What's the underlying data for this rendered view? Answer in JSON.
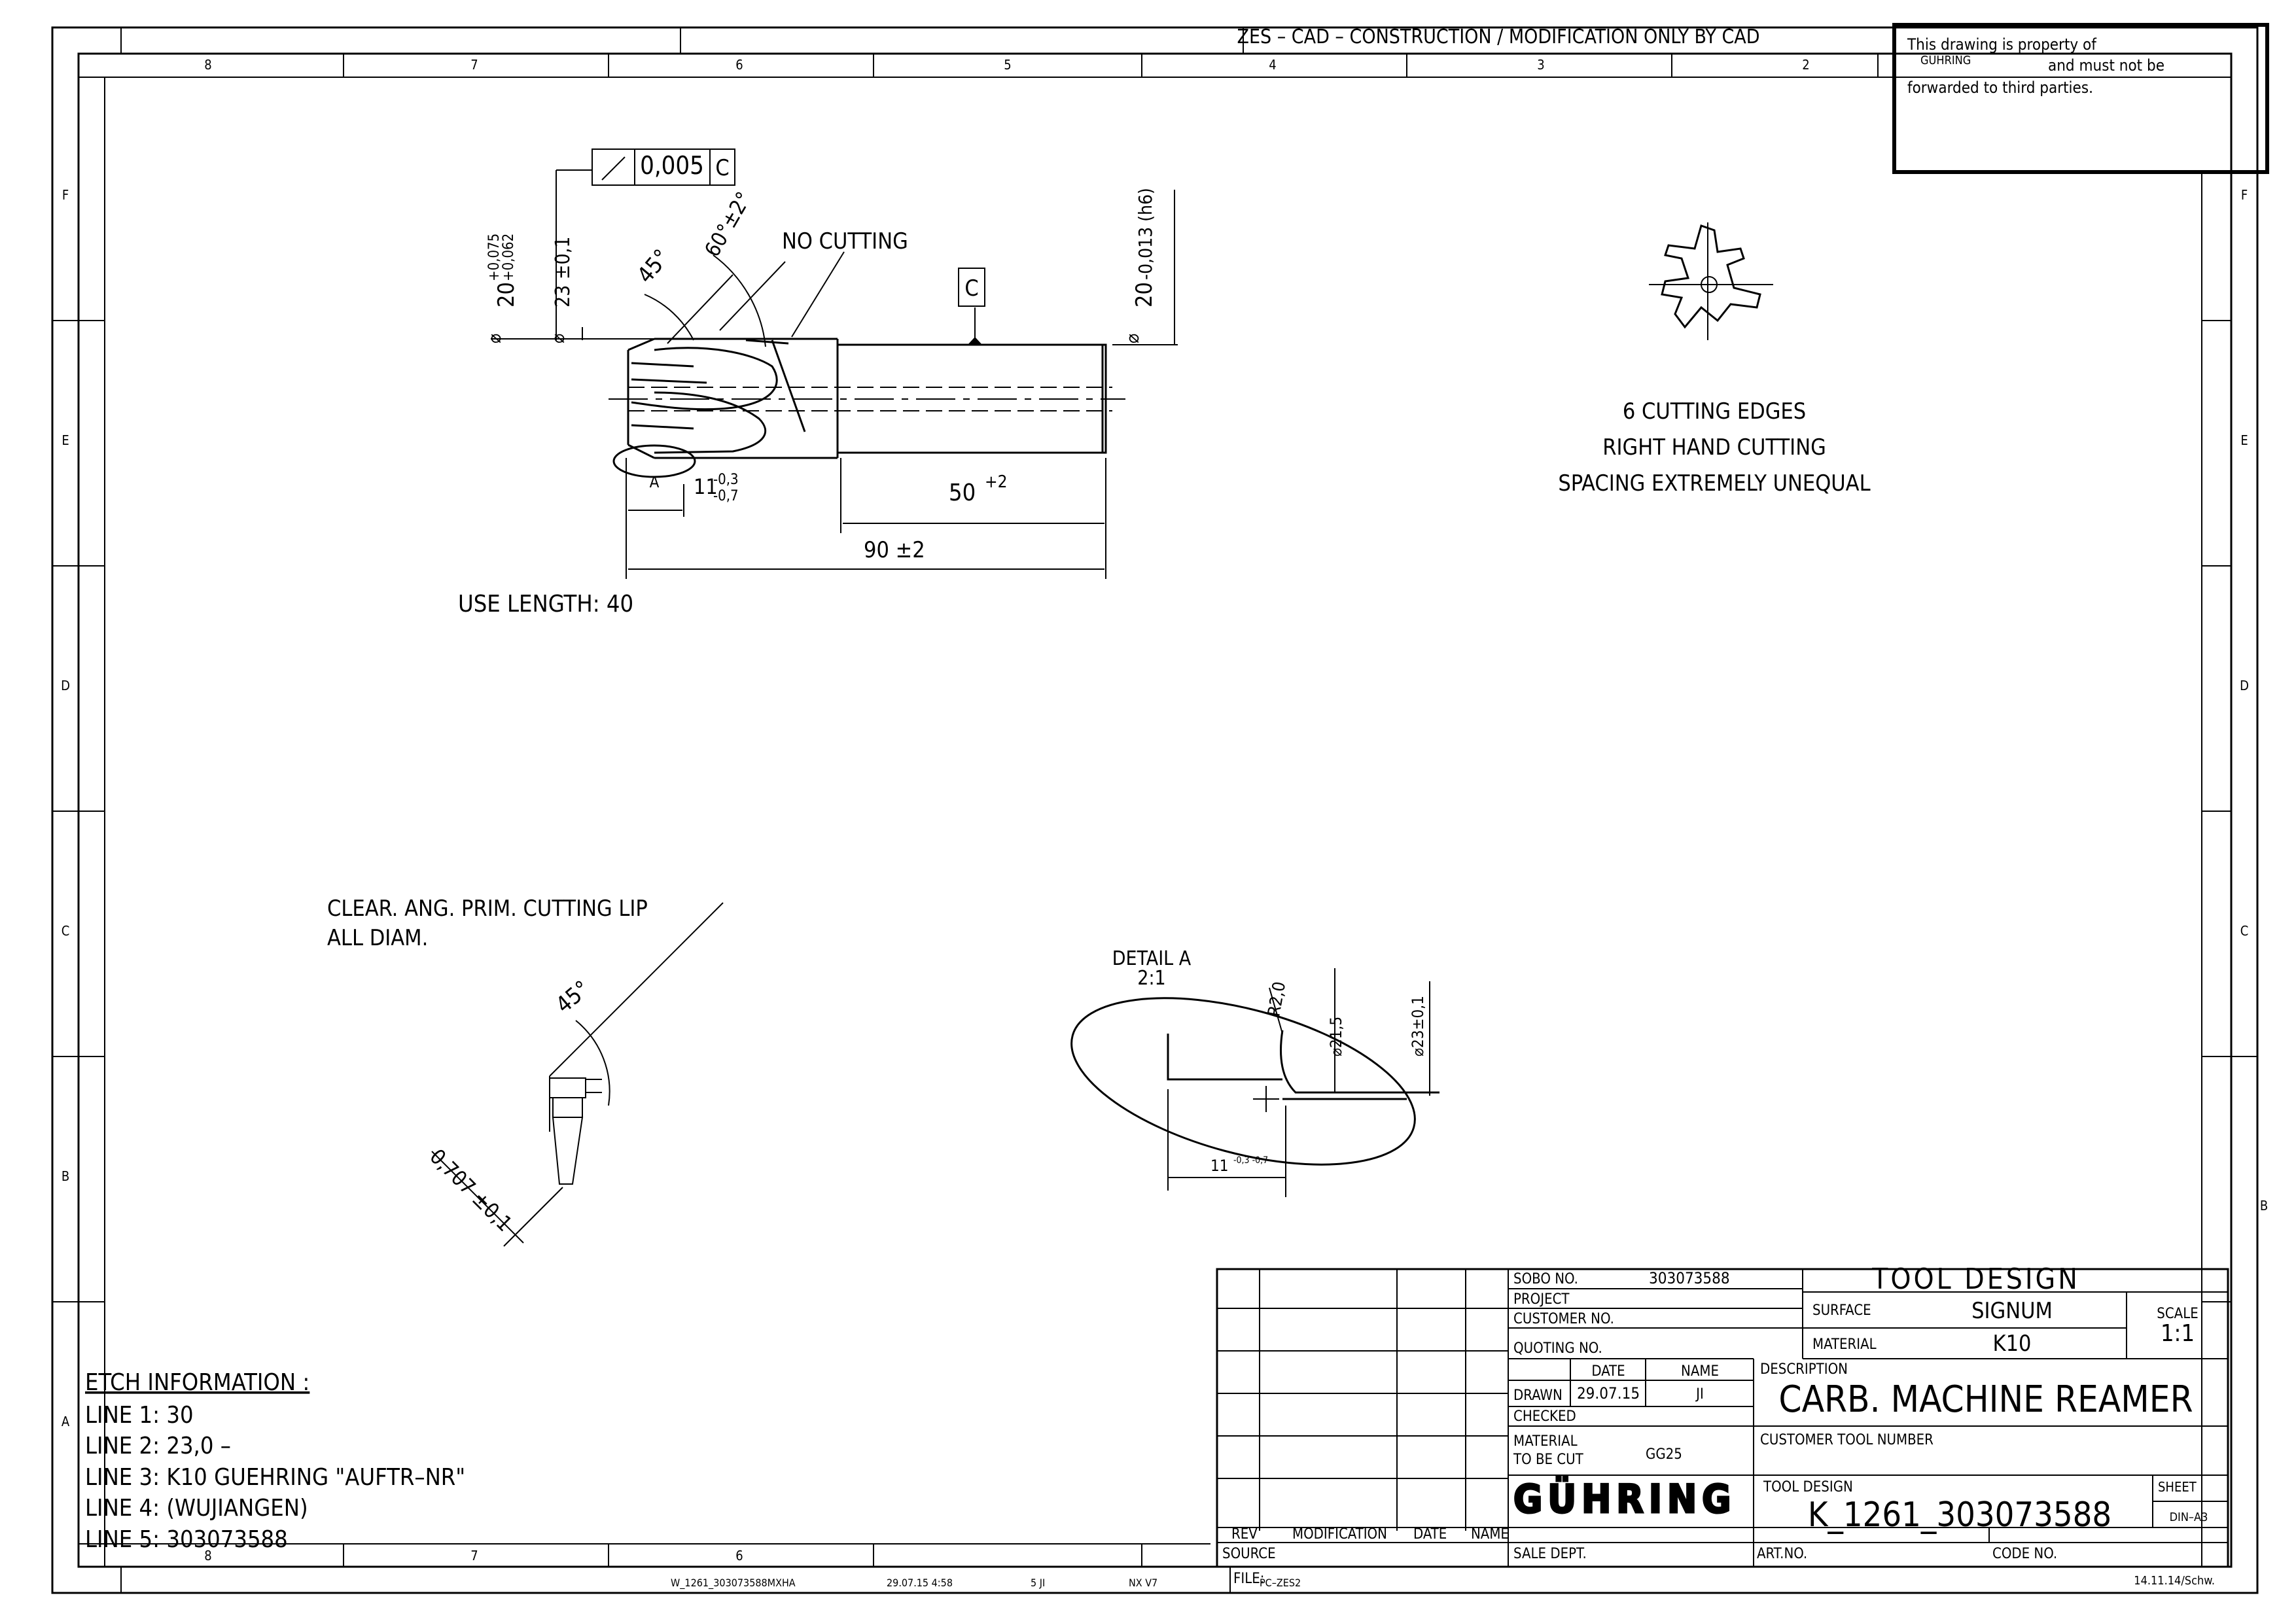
{
  "header": {
    "zes_note": "ZES – CAD – CONSTRUCTION / MODIFICATION ONLY BY CAD",
    "property_line1": "This drawing is property of",
    "property_company": "GÜHRING",
    "property_line2": "and must not be",
    "property_line3": "forwarded to third parties."
  },
  "grid": {
    "columns": [
      "8",
      "7",
      "6",
      "5",
      "4",
      "3",
      "2"
    ],
    "bottom_columns": [
      "8",
      "7",
      "6"
    ],
    "rows": [
      "F",
      "E",
      "D",
      "C",
      "B",
      "A"
    ]
  },
  "main_view": {
    "runout_value": "0,005",
    "runout_datum": "C",
    "datum_label": "C",
    "dia_shank": "20",
    "dia_shank_tol": "-0,013 (h6)",
    "dia_shank_prefix": "⌀",
    "dia_head": "20",
    "dia_head_tol_upper": "+0,075",
    "dia_head_tol_lower": "+0,062",
    "dia_pilot": "23 ±0,1",
    "angle_chamfer": "45°",
    "angle_cut": "60°±2°",
    "no_cutting": "NO CUTTING",
    "detail_ref": "A",
    "dim_11": "11",
    "dim_11_upper": "-0,3",
    "dim_11_lower": "-0,7",
    "dim_50": "50",
    "dim_50_tol": "+2",
    "dim_90": "90 ±2",
    "use_length": "USE LENGTH: 40"
  },
  "section_notes": {
    "line1": "6 CUTTING EDGES",
    "line2": "RIGHT HAND CUTTING",
    "line3": "SPACING EXTREMELY UNEQUAL"
  },
  "clearance_view": {
    "label1": "CLEAR. ANG. PRIM. CUTTING LIP",
    "label2": "ALL DIAM.",
    "angle": "45°",
    "dim": "0,707 ±0,1"
  },
  "detail_a": {
    "title": "DETAIL A",
    "scale": "2:1",
    "radius": "R2,0",
    "dia1": "⌀21,5",
    "dia2": "⌀23±0,1",
    "dim_11": "11",
    "dim_11_tol": "-0,3 -0,7"
  },
  "etch": {
    "title": "ETCH INFORMATION :",
    "lines": [
      "LINE 1: 30",
      "LINE 2: 23,0 –",
      "LINE 3: K10 GUEHRING \"AUFTR–NR\"",
      "LINE 4: (WUJIANGEN)",
      "LINE 5: 303073588"
    ]
  },
  "title_block": {
    "sobo_label": "SOBO NO.",
    "sobo_value": "303073588",
    "project_label": "PROJECT",
    "customer_no_label": "CUSTOMER NO.",
    "quoting_no_label": "QUOTING NO.",
    "date_label": "DATE",
    "name_label": "NAME",
    "drawn_label": "DRAWN",
    "drawn_date": "29.07.15",
    "drawn_name": "JI",
    "checked_label": "CHECKED",
    "material_cut_label1": "MATERIAL",
    "material_cut_label2": "TO BE CUT",
    "material_cut_value": "GG25",
    "logo": "GÜHRING",
    "sale_dept_label": "SALE DEPT.",
    "tool_design_title": "TOOL DESIGN",
    "surface_label": "SURFACE",
    "surface_value": "SIGNUM",
    "material_label": "MATERIAL",
    "material_value": "K10",
    "scale_label": "SCALE",
    "scale_value": "1:1",
    "description_label": "DESCRIPTION",
    "description_value": "CARB. MACHINE REAMER",
    "customer_tool_label": "CUSTOMER TOOL NUMBER",
    "tool_design_label": "TOOL DESIGN",
    "tool_design_value": "K_1261_303073588",
    "sheet_label": "SHEET",
    "sheet_format": "DIN–A3",
    "art_no_label": "ART.NO.",
    "code_no_label": "CODE NO.",
    "rev_label": "REV",
    "modification_label": "MODIFICATION",
    "date_col_label": "DATE",
    "name_col_label": "NAME",
    "source_label": "SOURCE",
    "file_label": "FILE:",
    "footer_stamp": "14.11.14/Schw."
  },
  "footer": {
    "file_name": "W_1261_303073588MXHA",
    "date_time": "29.07.15  4:58",
    "count_user": "5  JI",
    "software": "NX V7",
    "station": "PC–ZES2"
  }
}
